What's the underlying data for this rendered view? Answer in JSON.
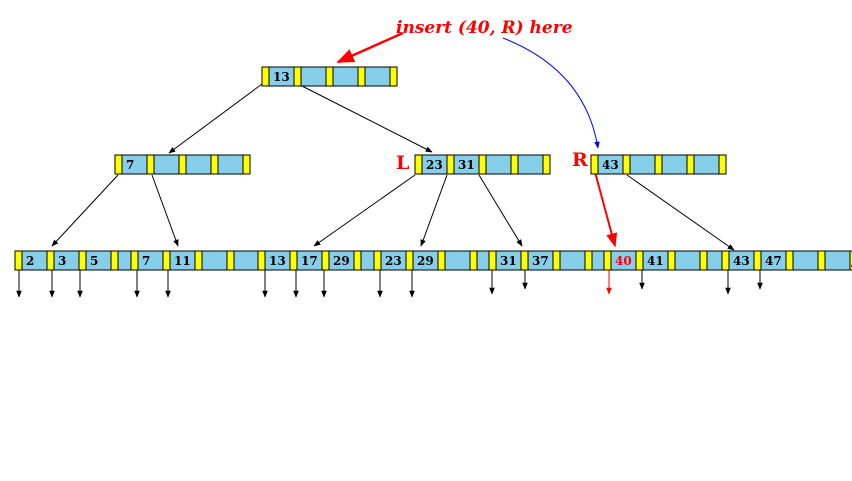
{
  "annotation": {
    "text": "insert  (40, R) here"
  },
  "markers": {
    "left": "L",
    "right": "R"
  },
  "end_marker": "/",
  "nodes": {
    "root": [
      "13",
      "",
      "",
      ""
    ],
    "inner_left": [
      "7",
      "",
      "",
      ""
    ],
    "inner_mid": [
      "23",
      "31",
      "",
      ""
    ],
    "inner_new": [
      "43",
      "",
      "",
      ""
    ],
    "leaf_1": [
      "2",
      "3",
      "5",
      ""
    ],
    "leaf_2": [
      "7",
      "11",
      "",
      ""
    ],
    "leaf_3": [
      "13",
      "17",
      "29",
      ""
    ],
    "leaf_4": [
      "23",
      "29",
      "",
      ""
    ],
    "leaf_5": [
      "31",
      "37",
      "",
      ""
    ],
    "leaf_6": [
      "40",
      "41",
      "",
      ""
    ],
    "leaf_7": [
      "43",
      "47",
      "",
      ""
    ]
  },
  "colors": {
    "key_cell": "#87ceeb",
    "pointer_cell": "#ffff00",
    "highlight": "#ff0000",
    "blue_arrow": "#0000ff",
    "green_arrow": "#008000",
    "edge": "#000000"
  }
}
